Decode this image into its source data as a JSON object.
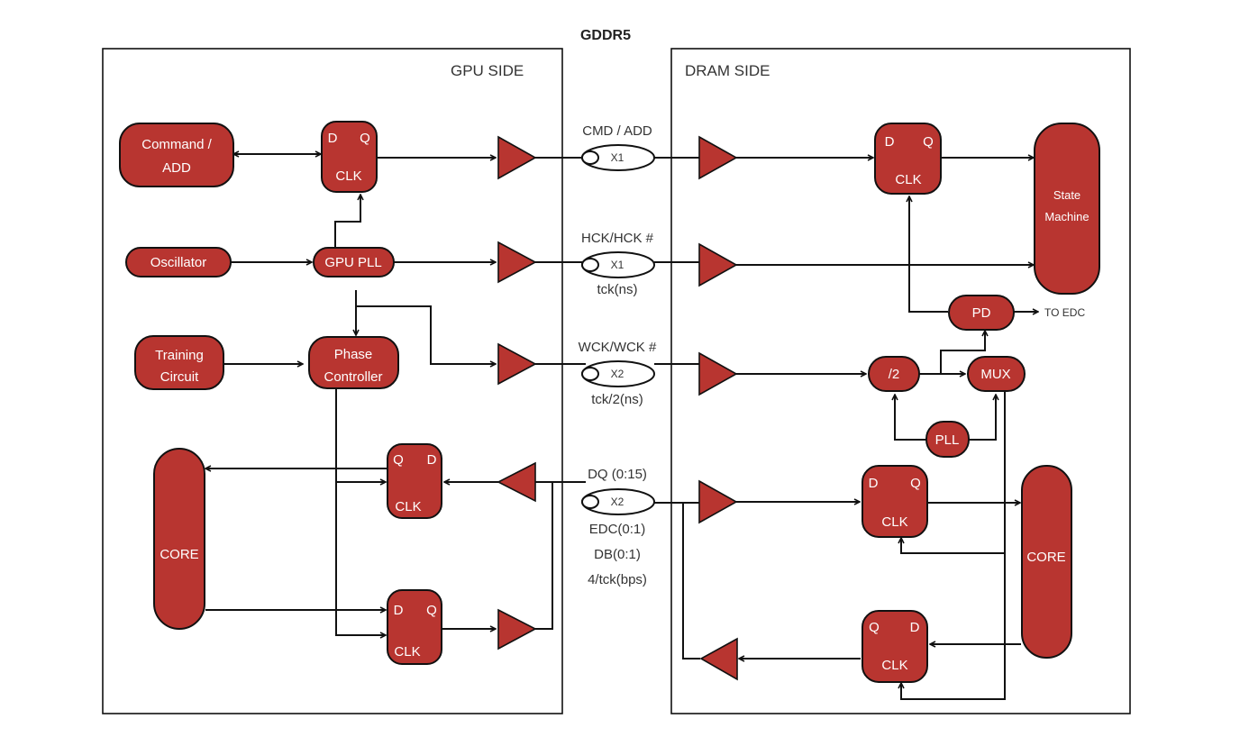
{
  "title": "GDDR5",
  "gpu_side": {
    "label": "GPU SIDE",
    "command_add": "Command / ADD",
    "command_add_line1": "Command /",
    "command_add_line2": "ADD",
    "oscillator": "Oscillator",
    "gpu_pll": "GPU PLL",
    "training_line1": "Training",
    "training_line2": "Circuit",
    "phase_line1": "Phase",
    "phase_line2": "Controller",
    "core": "CORE",
    "ff_cmd": {
      "d": "D",
      "q": "Q",
      "clk": "CLK"
    },
    "ff_rx": {
      "q": "Q",
      "d": "D",
      "clk": "CLK"
    },
    "ff_tx": {
      "d": "D",
      "q": "Q",
      "clk": "CLK"
    }
  },
  "dram_side": {
    "label": "DRAM SIDE",
    "state_line1": "State",
    "state_line2": "Machine",
    "pd": "PD",
    "to_edc": "TO EDC",
    "div2": "/2",
    "mux": "MUX",
    "pll": "PLL",
    "core": "CORE",
    "ff_cmd": {
      "d": "D",
      "q": "Q",
      "clk": "CLK"
    },
    "ff_rx": {
      "d": "D",
      "q": "Q",
      "clk": "CLK"
    },
    "ff_tx": {
      "q": "Q",
      "d": "D",
      "clk": "CLK"
    }
  },
  "channels": [
    {
      "name": "CMD / ADD",
      "mult": "X1",
      "notes": []
    },
    {
      "name": "HCK/HCK #",
      "mult": "X1",
      "notes": [
        "tck(ns)"
      ]
    },
    {
      "name": "WCK/WCK #",
      "mult": "X2",
      "notes": [
        "tck/2(ns)"
      ]
    },
    {
      "name": "DQ (0:15)",
      "mult": "X2",
      "notes": [
        "EDC(0:1)",
        "DB(0:1)",
        "4/tck(bps)"
      ]
    }
  ]
}
